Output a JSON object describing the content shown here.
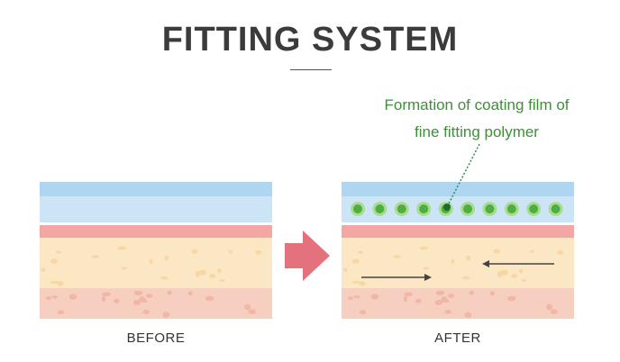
{
  "title": "FITTING SYSTEM",
  "annotation": {
    "line1": "Formation of coating film of",
    "line2": "fine fitting polymer"
  },
  "panels": {
    "before": {
      "caption": "BEFORE"
    },
    "after": {
      "caption": "AFTER"
    }
  },
  "colors": {
    "sky_top": "#aed6f1",
    "sky_bottom": "#d2e9f8",
    "epidermis_pink": "#f3a2a2",
    "dermis_yellow": "#fbe7c4",
    "hypodermis_pink": "#f7cfc0",
    "polymer_green": "#5dbb4f",
    "arrow_pink": "#e4727d",
    "annotation_green": "#3f8f3a"
  }
}
